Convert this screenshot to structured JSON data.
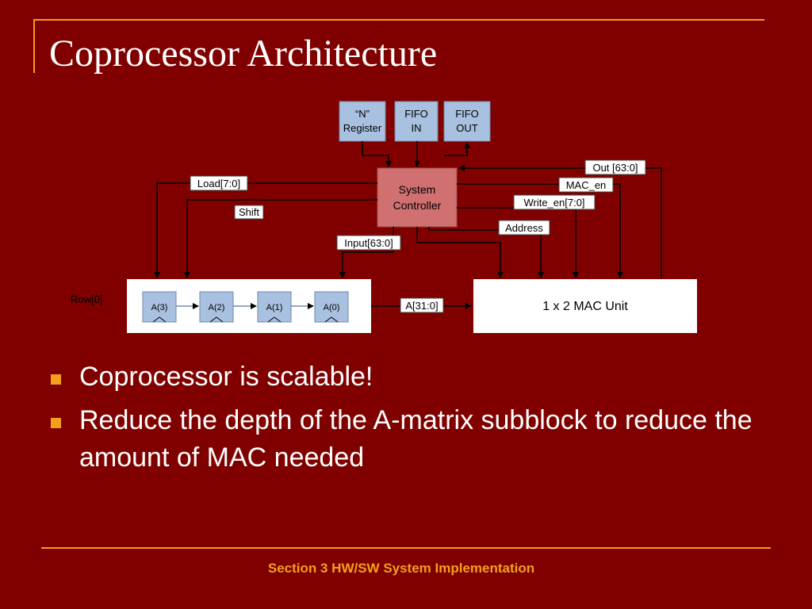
{
  "slide": {
    "title": "Coprocessor Architecture",
    "footer": "Section 3 HW/SW System Implementation",
    "bullets": [
      "Coprocessor is scalable!",
      "Reduce the depth of the A-matrix subblock to reduce the amount of MAC needed"
    ]
  },
  "diagram": {
    "blocks": {
      "n_register": "“N” Register",
      "fifo_in": "FIFO IN",
      "fifo_out": "FIFO OUT",
      "system_controller": "System Controller",
      "mac_unit": "1 x 2 MAC Unit"
    },
    "registers": [
      "A(3)",
      "A(2)",
      "A(1)",
      "A(0)"
    ],
    "signals": {
      "load": "Load[7:0]",
      "shift": "Shift",
      "input": "Input[63:0]",
      "out": "Out [63:0]",
      "mac_en": "MAC_en",
      "write_en": "Write_en[7:0]",
      "address": "Address",
      "a_bus": "A[31:0]",
      "row": "Row[0]"
    },
    "colors": {
      "block_fill": "#a9c1e0",
      "controller_fill": "#d07070",
      "background": "#800000",
      "accent": "#f3a01c"
    }
  }
}
